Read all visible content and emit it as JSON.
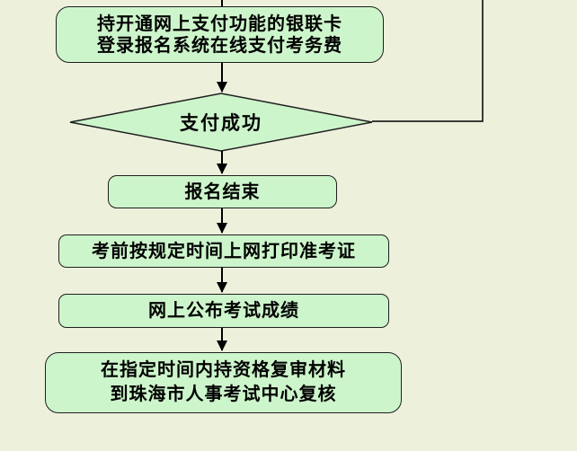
{
  "colors": {
    "background": "#edf0db",
    "node_fill": "#cdf5cb",
    "node_border": "#1f1f1f",
    "connector": "#000000",
    "text": "#000000"
  },
  "flowchart": {
    "description": "exam registration online payment flow",
    "nodes": [
      {
        "id": "pay-online",
        "type": "rounded-rect",
        "lines": [
          "持开通网上支付功能的银联卡",
          "登录报名系统在线支付考务费"
        ]
      },
      {
        "id": "payment-success",
        "type": "decision",
        "lines": [
          "支付成功"
        ]
      },
      {
        "id": "registration-complete",
        "type": "rounded-rect",
        "lines": [
          "报名结束"
        ]
      },
      {
        "id": "print-admission-ticket",
        "type": "rect",
        "lines": [
          "考前按规定时间上网打印准考证"
        ]
      },
      {
        "id": "publish-results",
        "type": "rect",
        "lines": [
          "网上公布考试成绩"
        ]
      },
      {
        "id": "qualification-review",
        "type": "rounded-rect",
        "lines": [
          "在指定时间内持资格复审材料",
          "到珠海市人事考试中心复核"
        ]
      }
    ],
    "connectors": [
      {
        "from": "above (off-screen)",
        "to": "pay-online"
      },
      {
        "from": "pay-online",
        "to": "payment-success"
      },
      {
        "from": "payment-success",
        "to": "registration-complete"
      },
      {
        "from": "registration-complete",
        "to": "print-admission-ticket"
      },
      {
        "from": "print-admission-ticket",
        "to": "publish-results"
      },
      {
        "from": "publish-results",
        "to": "qualification-review"
      },
      {
        "from": "payment-success (right vertex)",
        "to": "top of page (off-screen loop)"
      }
    ]
  }
}
